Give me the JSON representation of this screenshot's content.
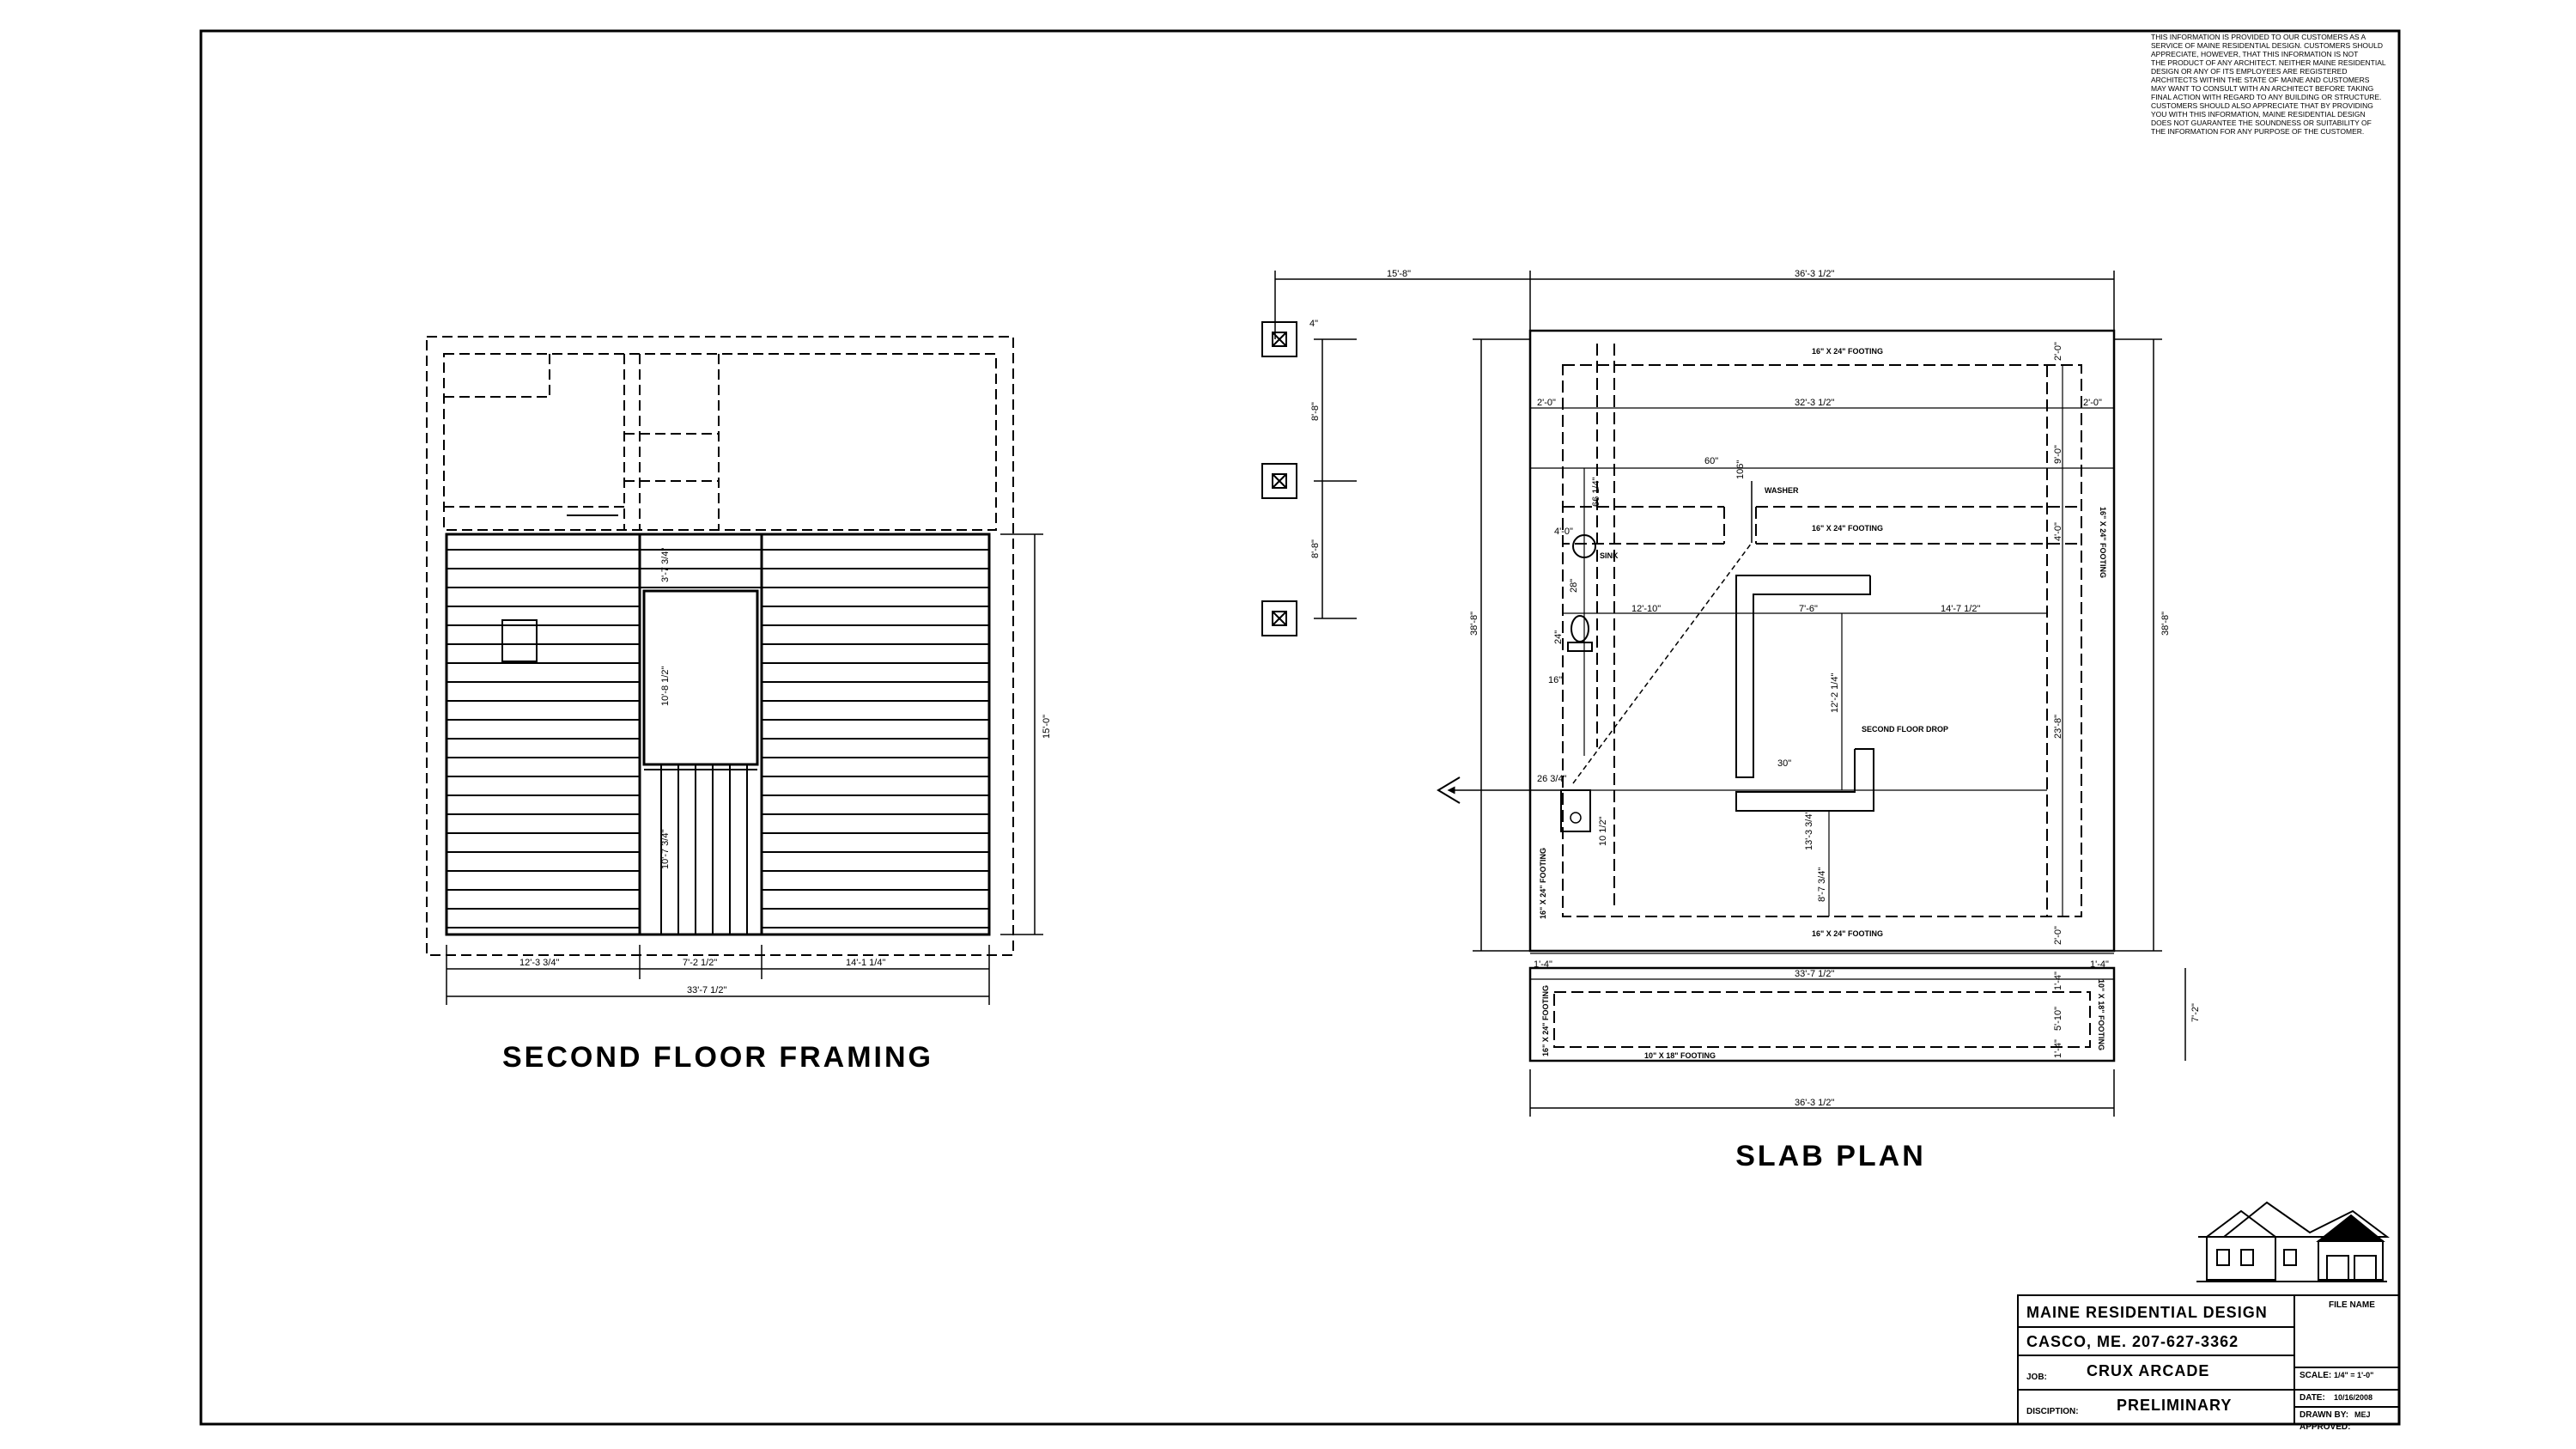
{
  "disclaimer": [
    "THIS INFORMATION IS PROVIDED TO OUR CUSTOMERS AS A",
    "SERVICE OF MAINE RESIDENTIAL DESIGN. CUSTOMERS SHOULD",
    "APPRECIATE, HOWEVER, THAT THIS INFORMATION IS NOT",
    "THE PRODUCT OF ANY ARCHITECT. NEITHER MAINE RESIDENTIAL",
    "DESIGN OR ANY OF ITS EMPLOYEES ARE REGISTERED",
    "ARCHITECTS WITHIN THE STATE OF MAINE AND CUSTOMERS",
    "MAY WANT TO CONSULT WITH AN ARCHITECT BEFORE TAKING",
    "FINAL ACTION WITH REGARD TO ANY BUILDING OR STRUCTURE.",
    "CUSTOMERS SHOULD ALSO APPRECIATE THAT BY PROVIDING",
    "YOU WITH THIS INFORMATION, MAINE RESIDENTIAL DESIGN",
    "DOES NOT GUARANTEE THE SOUNDNESS OR SUITABILITY OF",
    "THE INFORMATION FOR ANY PURPOSE OF THE CUSTOMER."
  ],
  "framing": {
    "title": "SECOND FLOOR FRAMING",
    "dims": {
      "left_width": "12'-3 3/4\"",
      "mid_width": "7'-2 1/2\"",
      "right_width": "14'-1 1/4\"",
      "total_width": "33'-7 1/2\"",
      "height": "15'-0\"",
      "opening_top": "3'-7 3/4\"",
      "opening_upper": "10'-8 1/2\"",
      "opening_lower": "10'-7 3/4\""
    }
  },
  "slab": {
    "title": "SLAB PLAN",
    "dims": {
      "top_offset": "15'-8\"",
      "top_width": "36'-3 1/2\"",
      "bottom_width": "36'-3 1/2\"",
      "inner_width": "32'-3 1/2\"",
      "lower_width": "33'-7 1/2\"",
      "left_height": "38'-8\"",
      "right_height": "38'-8\"",
      "pier_spacing_1": "8'-8\"",
      "pier_spacing_2": "8'-8\"",
      "pier_top": "4\"",
      "two_ft_a": "2'-0\"",
      "two_ft_b": "2'-0\"",
      "two_ft_c": "2'-0\"",
      "two_ft_d": "2'-0\"",
      "four_ft": "4'-0\"",
      "four_in": "4'-0\"",
      "nine_ft": "9'-0\"",
      "twelve_ft": "12'-10\"",
      "seven_six": "7'-6\"",
      "fourteen_ft": "14'-7 1/2\"",
      "twelve_two": "12'-2 1/4\"",
      "twenty_three": "23'-8\"",
      "eight_seven": "8'-7 3/4\"",
      "thirteen_three": "13'-3 3/4\"",
      "one_four_a": "1'-4\"",
      "one_four_b": "1'-4\"",
      "one_four_c": "1'-4\"",
      "one_four_d": "1'-4\"",
      "five_ten": "5'-10\"",
      "seven_two": "7'-2\"",
      "washer_w": "60\"",
      "washer_h": "106\"",
      "sink_a": "66 1/4\"",
      "sink_b": "28\"",
      "toilet_a": "24\"",
      "toilet_b": "16\"",
      "drain_a": "26 3/4\"",
      "drain_b": "10 1/2\"",
      "drop_w": "30\""
    },
    "notes": {
      "footing_top": "16\" X 24\" FOOTING",
      "footing_mid": "16\" X 24\" FOOTING",
      "footing_bottom": "16\" X 24\" FOOTING",
      "footing_right": "16\" X 24\" FOOTING",
      "footing_left": "16\" X 24\" FOOTING",
      "footing_lower_left": "16\" X 24\" FOOTING",
      "footing_lower_bottom": "10\" X 18\" FOOTING",
      "footing_lower_right": "10\" X 18\" FOOTING",
      "washer": "WASHER",
      "sink": "SINK",
      "drop": "SECOND FLOOR DROP"
    }
  },
  "title_block": {
    "company": "MAINE RESIDENTIAL DESIGN",
    "address": "CASCO, ME. 207-627-3362",
    "job_label": "JOB:",
    "job": "CRUX ARCADE",
    "desc_label": "DISCIPTION:",
    "desc": "PRELIMINARY",
    "file_name_label": "FILE NAME",
    "scale_label": "SCALE:",
    "scale": "1/4\" = 1'-0\"",
    "date_label": "DATE:",
    "date": "10/16/2008",
    "drawn_label": "DRAWN BY:",
    "drawn": "MEJ",
    "approved_label": "APPROVED:"
  },
  "icons": [
    "house-logo-icon",
    "pier-footing-icon",
    "toilet-icon",
    "sink-icon",
    "drain-icon"
  ]
}
